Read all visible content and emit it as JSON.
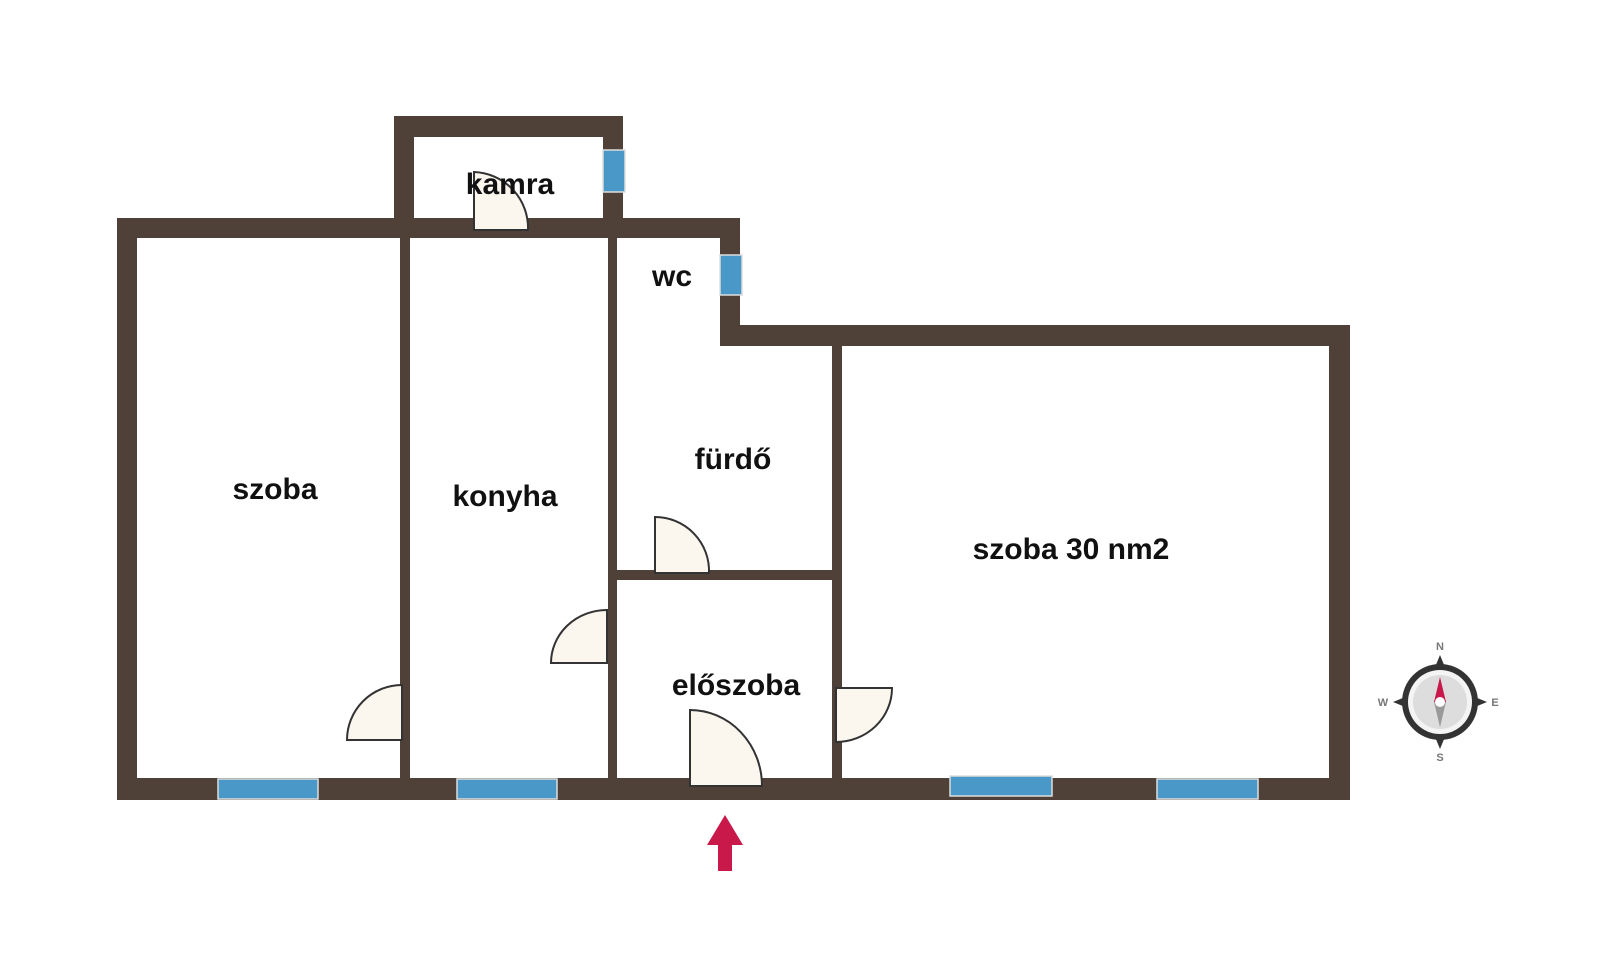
{
  "rooms": {
    "szoba": "szoba",
    "konyha": "konyha",
    "kamra": "kamra",
    "wc": "wc",
    "furdo": "fürdő",
    "eloszoba": "előszoba",
    "szoba30": "szoba 30 nm2"
  },
  "compass": {
    "n": "N",
    "e": "E",
    "s": "S",
    "w": "W"
  },
  "colors": {
    "wall": "#4f4038",
    "window": "#4a98c8",
    "entrance_arrow": "#c8194a",
    "door": "#fbf6ee"
  }
}
